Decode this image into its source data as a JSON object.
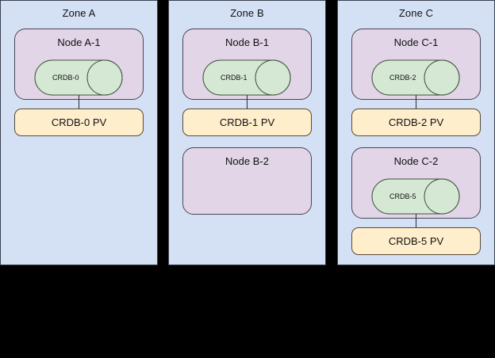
{
  "diagram": {
    "background_color": "#000000",
    "zone_fill": "#d4e1f5",
    "zone_stroke": "#3a3f4d",
    "node_fill": "#e1d5e7",
    "node_stroke": "#4a4458",
    "pv_fill": "#ffeecc",
    "pv_stroke": "#574a33",
    "cylinder_fill": "#d5e8d4",
    "cylinder_stroke": "#3f513d",
    "connector_color": "#2b2b2b"
  },
  "zones": [
    {
      "id": "zone-a",
      "title": "Zone A",
      "nodes": [
        {
          "id": "node-a-1",
          "title": "Node A-1",
          "pod": {
            "id": "crdb-0",
            "label": "CRDB-0"
          },
          "pv": {
            "id": "crdb-0-pv",
            "label": "CRDB-0 PV"
          }
        }
      ]
    },
    {
      "id": "zone-b",
      "title": "Zone B",
      "nodes": [
        {
          "id": "node-b-1",
          "title": "Node B-1",
          "pod": {
            "id": "crdb-1",
            "label": "CRDB-1"
          },
          "pv": {
            "id": "crdb-1-pv",
            "label": "CRDB-1 PV"
          }
        },
        {
          "id": "node-b-2",
          "title": "Node B-2",
          "pod": null,
          "pv": null
        }
      ]
    },
    {
      "id": "zone-c",
      "title": "Zone C",
      "nodes": [
        {
          "id": "node-c-1",
          "title": "Node C-1",
          "pod": {
            "id": "crdb-2",
            "label": "CRDB-2"
          },
          "pv": {
            "id": "crdb-2-pv",
            "label": "CRDB-2 PV"
          }
        },
        {
          "id": "node-c-2",
          "title": "Node C-2",
          "pod": {
            "id": "crdb-5",
            "label": "CRDB-5"
          },
          "pv": {
            "id": "crdb-5-pv",
            "label": "CRDB-5 PV"
          }
        }
      ]
    }
  ]
}
